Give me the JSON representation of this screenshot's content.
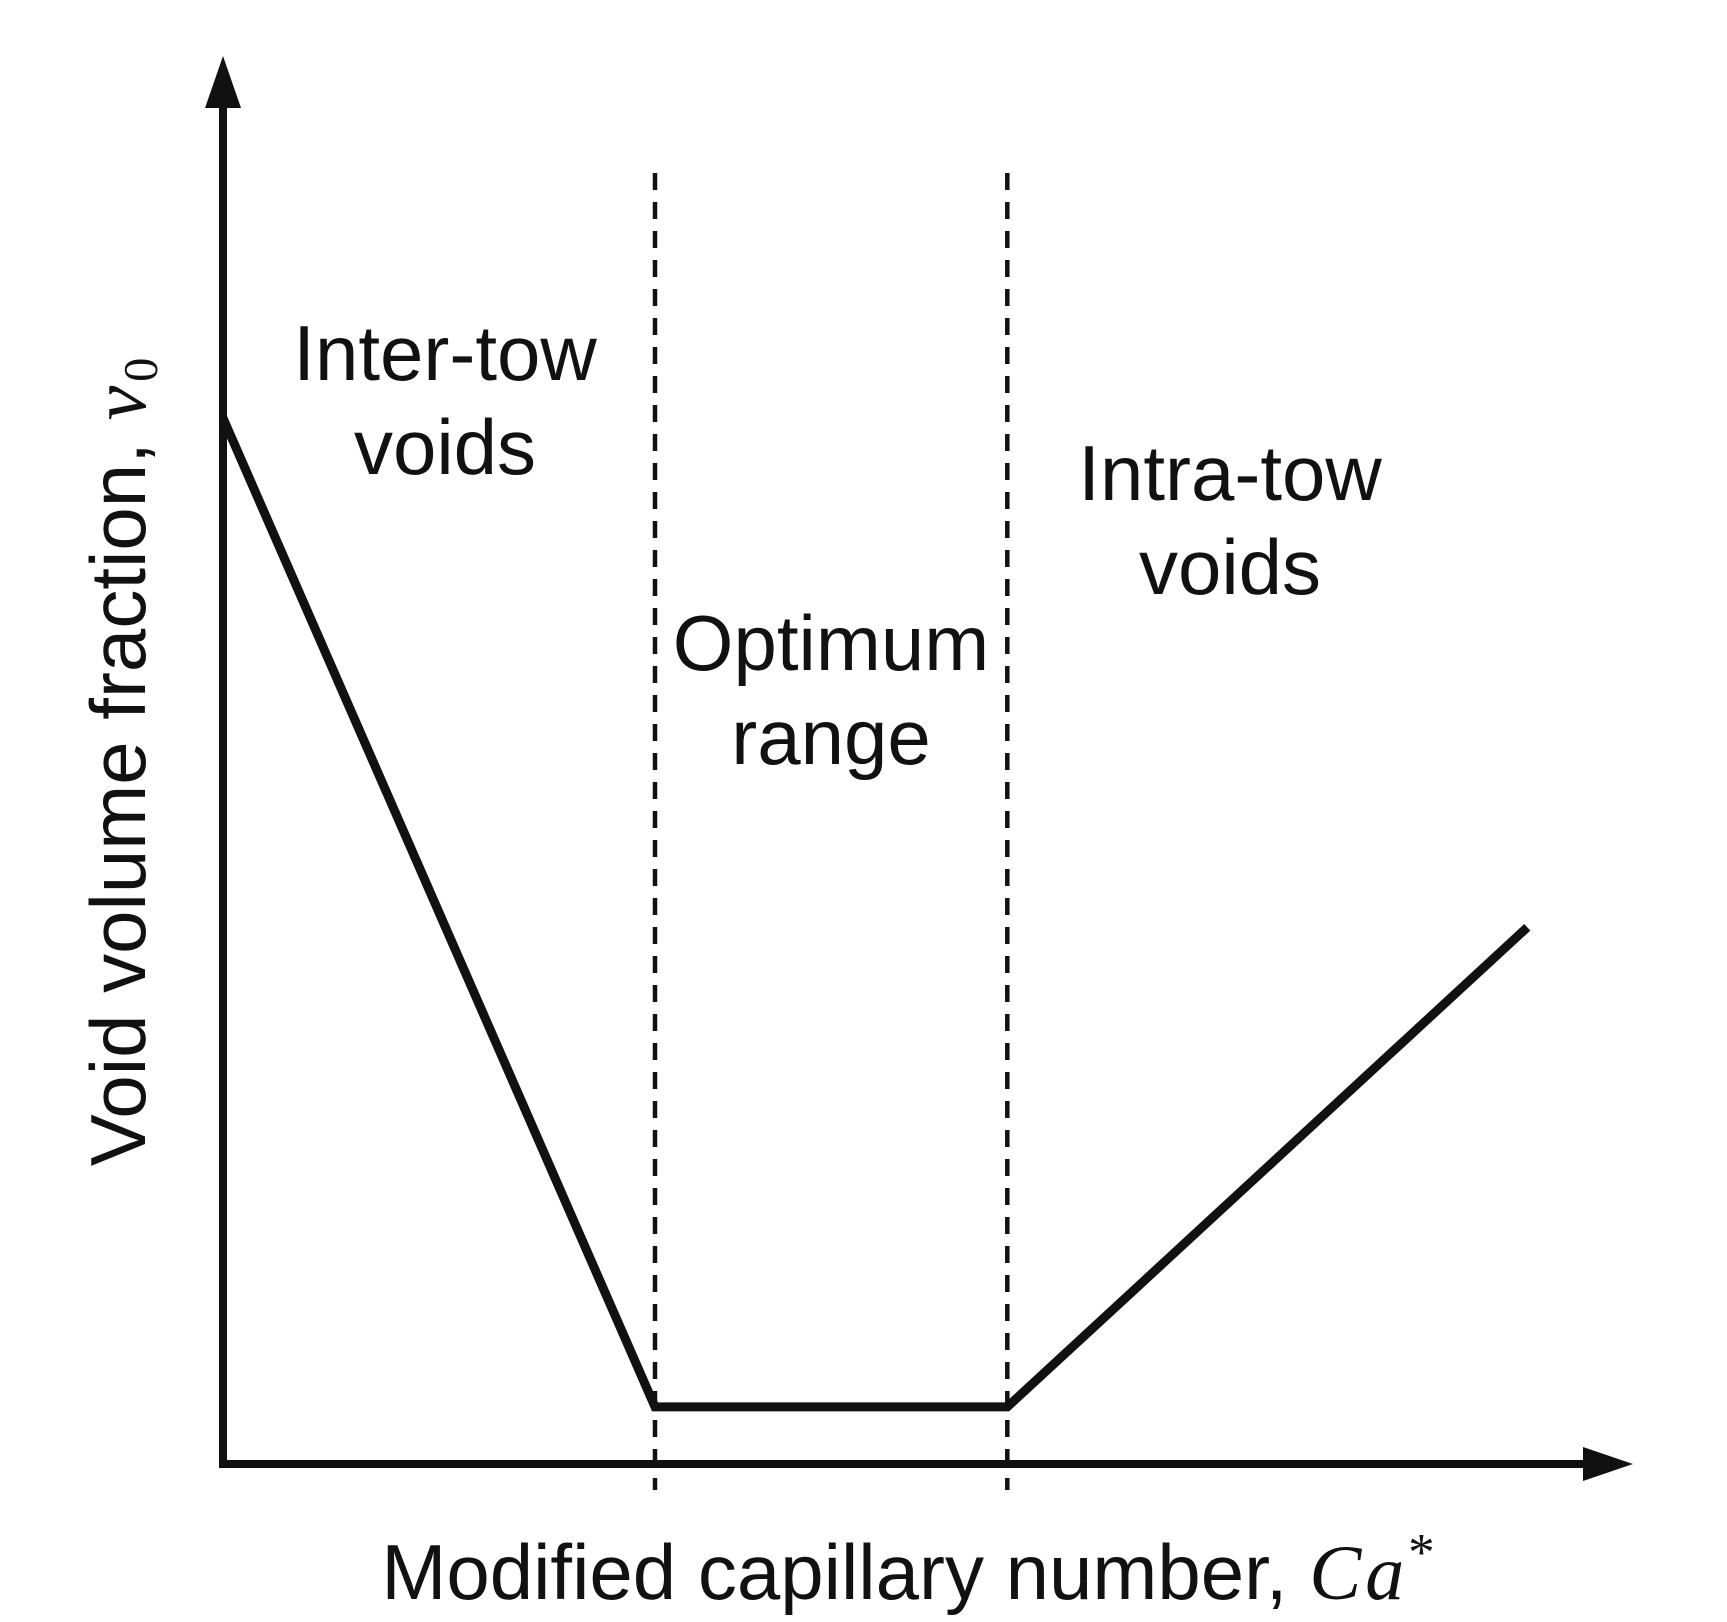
{
  "figure_title": "Void volume fraction versus modified capillary number schematic",
  "chart_data": {
    "type": "line",
    "title": "",
    "xlabel": "Modified capillary number, Ca*",
    "ylabel": "Void volume fraction, v0",
    "x_axis": {
      "label_text": "Modified capillary number,",
      "symbol": "Ca",
      "superscript": "*",
      "ticks": [],
      "numeric": false
    },
    "y_axis": {
      "label_text": "Void volume fraction,",
      "symbol": "v",
      "subscript": "0",
      "ticks": [],
      "numeric": false
    },
    "x_range_units": [
      0,
      10
    ],
    "y_range_units": [
      0,
      1
    ],
    "series": [
      {
        "name": "void-volume-fraction-curve",
        "points": [
          [
            0,
            0.879
          ],
          [
            3.09,
            0.048
          ],
          [
            5.61,
            0.048
          ],
          [
            9.33,
            0.451
          ]
        ]
      }
    ],
    "boundaries": [
      3.09,
      5.61
    ],
    "regions": [
      {
        "lines": [
          "Inter-tow",
          "voids"
        ],
        "x_range": [
          0,
          3.09
        ]
      },
      {
        "lines": [
          "Optimum",
          "range"
        ],
        "x_range": [
          3.09,
          5.61
        ]
      },
      {
        "lines": [
          "Intra-tow",
          "voids"
        ],
        "x_range": [
          5.61,
          10
        ]
      }
    ],
    "grid": false,
    "legend": false,
    "line_color": "#111111",
    "background": "#ffffff"
  }
}
